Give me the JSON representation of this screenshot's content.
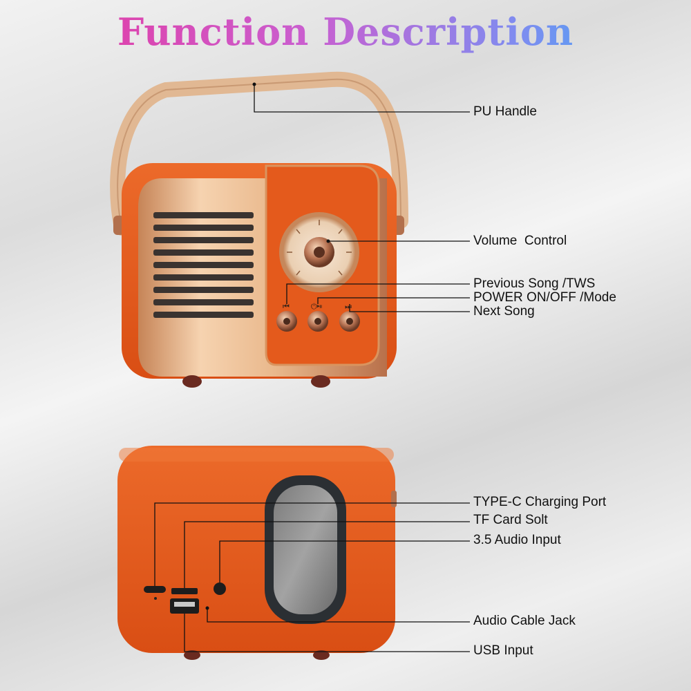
{
  "title": "Function Description",
  "front_callouts": [
    {
      "label": "PU Handle"
    },
    {
      "label": "Volume  Control"
    },
    {
      "label": "Previous Song /TWS"
    },
    {
      "label": "POWER ON/OFF /Mode"
    },
    {
      "label": "Next Song"
    }
  ],
  "back_callouts": [
    {
      "label": "TYPE-C Charging Port"
    },
    {
      "label": "TF Card Solt"
    },
    {
      "label": "3.5 Audio Input"
    },
    {
      "label": "Audio Cable Jack"
    },
    {
      "label": "USB Input"
    }
  ],
  "colors": {
    "body_orange": "#e3561b",
    "gold": "#e8b98a",
    "handle": "#e2b994",
    "title_start": "#e8349a",
    "title_end": "#2fb1f5"
  }
}
